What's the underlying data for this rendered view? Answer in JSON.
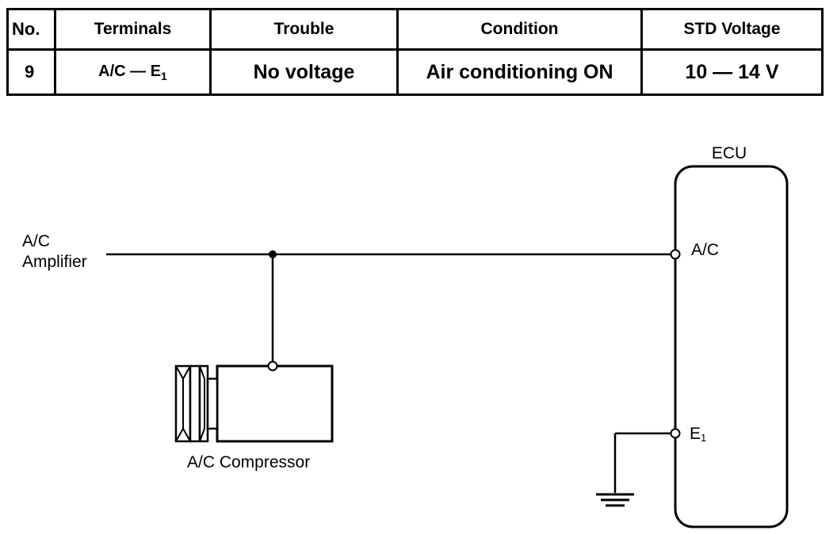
{
  "table": {
    "headers": [
      "No.",
      "Terminals",
      "Trouble",
      "Condition",
      "STD Voltage"
    ],
    "row": {
      "no": "9",
      "terminals": "A/C — E",
      "terminals_sub": "1",
      "trouble": "No voltage",
      "condition": "Air conditioning ON",
      "std_voltage": "10 — 14 V"
    }
  },
  "diagram": {
    "ecu_label": "ECU",
    "amplifier_label_line1": "A/C",
    "amplifier_label_line2": "Amplifier",
    "compressor_label": "A/C Compressor",
    "terminal_ac": "A/C",
    "terminal_e": "E",
    "terminal_e_sub": "1"
  }
}
